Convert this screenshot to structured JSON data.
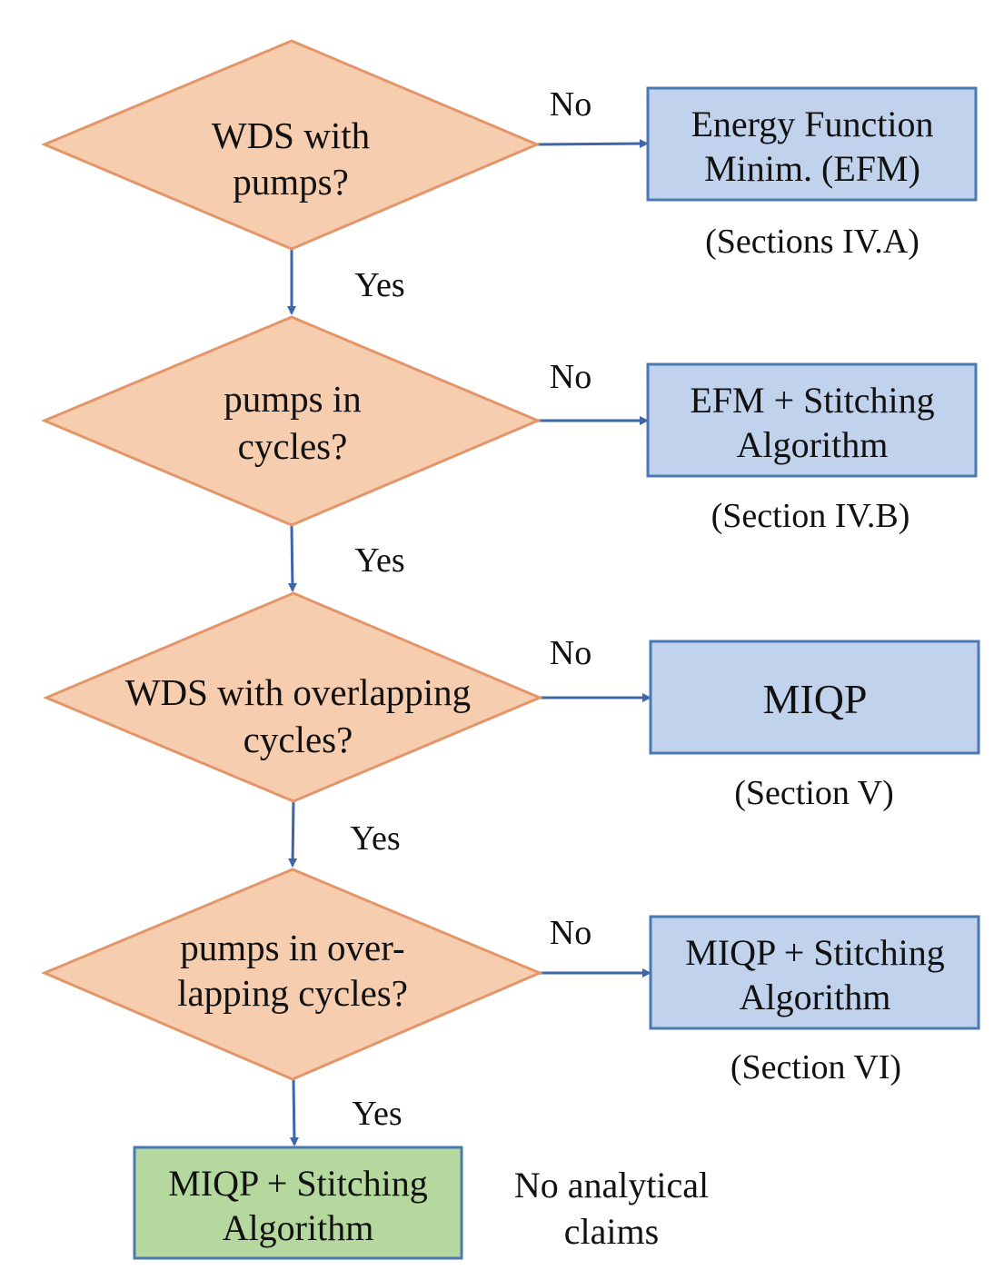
{
  "colors": {
    "diamond_fill": "#f7cdb0",
    "diamond_stroke": "#e2966a",
    "box_fill": "#c1d3ec",
    "box_stroke": "#4a78b4",
    "final_fill": "#b5d89f",
    "final_stroke": "#4a78b4",
    "arrow": "#3e66a8"
  },
  "decisions": [
    {
      "line1": "WDS with",
      "line2": "pumps?"
    },
    {
      "line1": "pumps in",
      "line2": "cycles?"
    },
    {
      "line1": "WDS with overlapping",
      "line2": "cycles?"
    },
    {
      "line1": "pumps in over-",
      "line2": "lapping cycles?"
    }
  ],
  "outcomes": [
    {
      "line1": "Energy Function",
      "line2": "Minim. (EFM)",
      "ref": "(Sections IV.A)"
    },
    {
      "line1": "EFM + Stitching",
      "line2": "Algorithm",
      "ref": "(Section IV.B)"
    },
    {
      "line1": "MIQP",
      "line2": "",
      "ref": "(Section V)"
    },
    {
      "line1": "MIQP + Stitching",
      "line2": "Algorithm",
      "ref": "(Section VI)"
    }
  ],
  "edge_labels": {
    "no": "No",
    "yes": "Yes"
  },
  "final": {
    "line1": "MIQP + Stitching",
    "line2": "Algorithm"
  },
  "note": {
    "line1": "No analytical",
    "line2": "claims"
  }
}
